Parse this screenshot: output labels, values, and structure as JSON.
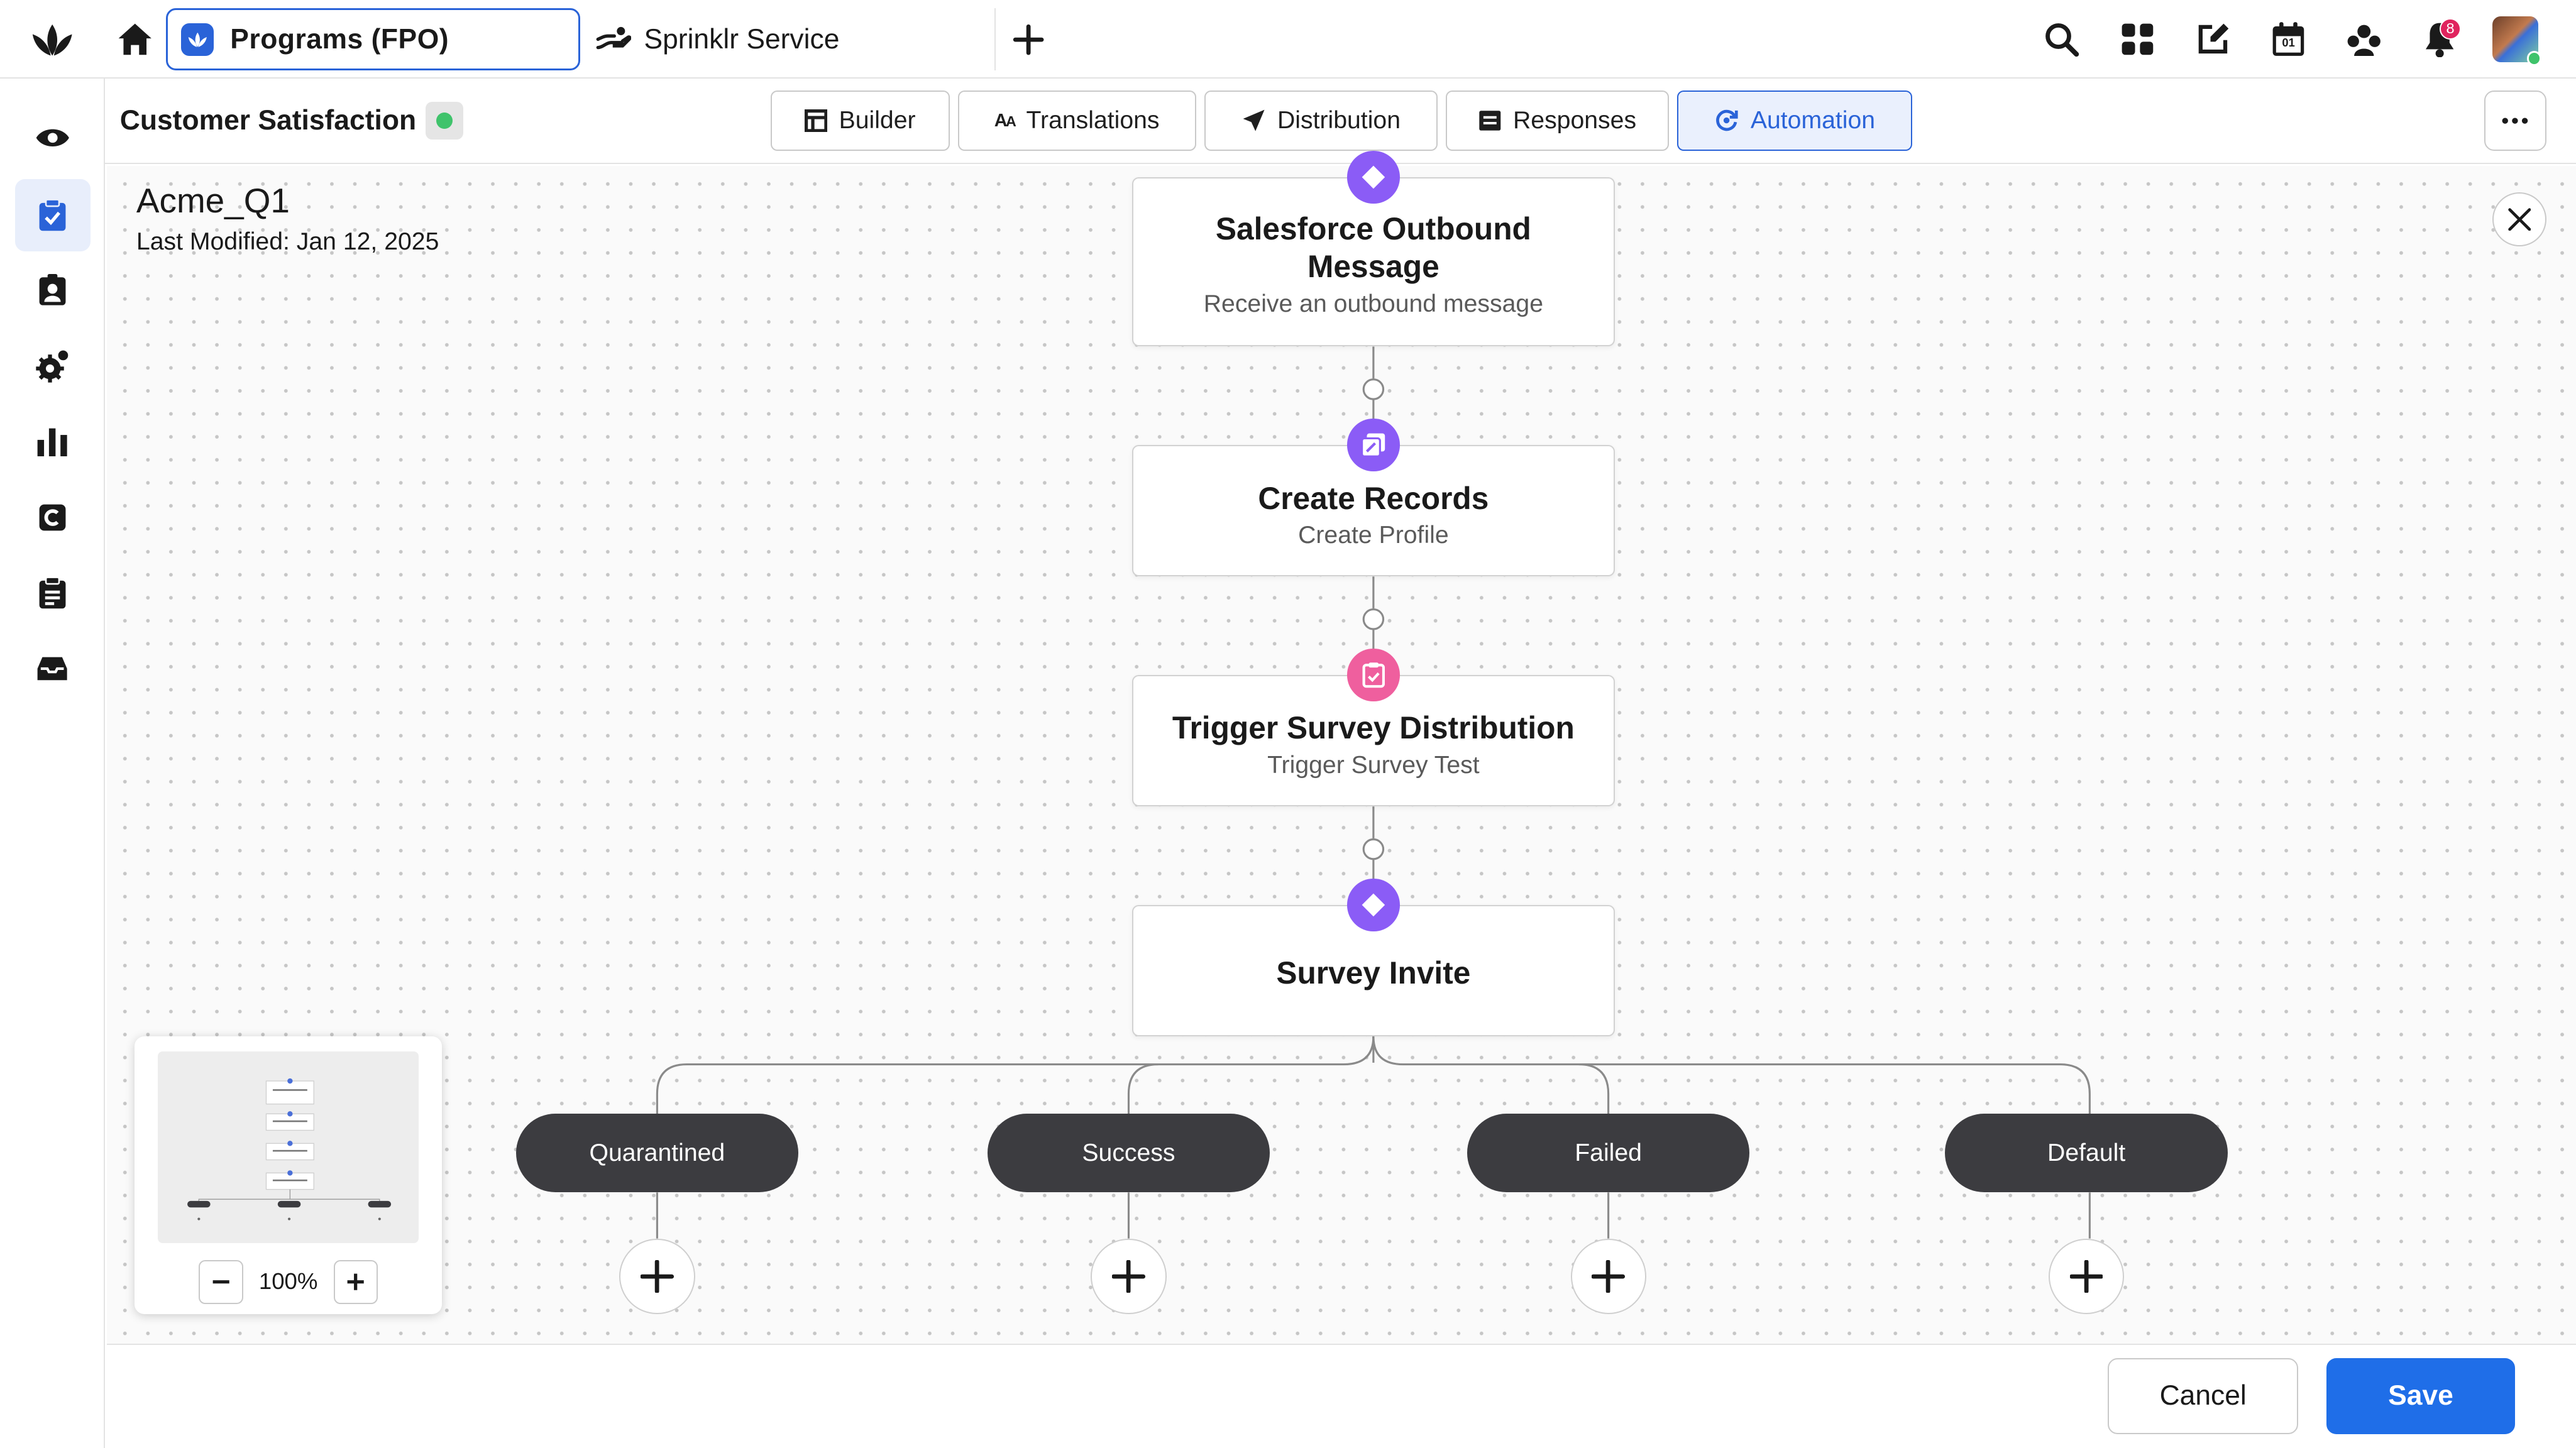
{
  "colors": {
    "accent": "#2a63d8",
    "primary_button": "#1f6ee8",
    "node_icon_violet": "#8b5cf6",
    "node_icon_pink": "#ef5f9e",
    "branch_pill": "#3c3c40",
    "status_active": "#3fc36b"
  },
  "topbar": {
    "logo_icon": "sprinklr-logo-icon",
    "home_icon": "home-icon",
    "tabs": [
      {
        "label": "Programs (FPO)",
        "icon": "programs-app-icon",
        "active": true
      },
      {
        "label": "Sprinklr Service",
        "icon": "service-icon",
        "active": false
      }
    ],
    "add_tab_icon": "plus-icon",
    "right_icons": [
      "search-icon",
      "apps-grid-icon",
      "compose-icon",
      "calendar-icon",
      "community-icon",
      "bell-icon"
    ],
    "notification_count": "8",
    "calendar_day": "01"
  },
  "sidebar": {
    "items": [
      {
        "icon": "eye-icon",
        "active": false
      },
      {
        "icon": "survey-check-icon",
        "active": true
      },
      {
        "icon": "contact-card-icon",
        "active": false
      },
      {
        "icon": "settings-gear-icon",
        "active": false
      },
      {
        "icon": "bar-chart-icon",
        "active": false
      },
      {
        "icon": "c-badge-icon",
        "active": false
      },
      {
        "icon": "clipboard-icon",
        "active": false
      },
      {
        "icon": "inbox-tray-icon",
        "active": false
      }
    ]
  },
  "subheader": {
    "survey_title": "Customer Satisfaction",
    "status": "active",
    "tabs": [
      {
        "label": "Builder",
        "icon": "builder-icon",
        "active": false
      },
      {
        "label": "Translations",
        "icon": "translate-icon",
        "active": false
      },
      {
        "label": "Distribution",
        "icon": "send-icon",
        "active": false
      },
      {
        "label": "Responses",
        "icon": "responses-icon",
        "active": false
      },
      {
        "label": "Automation",
        "icon": "automation-icon",
        "active": true
      }
    ],
    "more_icon": "more-horizontal-icon"
  },
  "canvas": {
    "flow_name": "Acme_Q1",
    "last_modified": "Last Modified: Jan 12, 2025",
    "close_icon": "close-icon",
    "nodes": [
      {
        "title": "Salesforce Outbound Message",
        "subtitle": "Receive an outbound message",
        "icon": "diamond-icon"
      },
      {
        "title": "Create Records",
        "subtitle": "Create Profile",
        "icon": "create-records-icon"
      },
      {
        "title": "Trigger Survey Distribution",
        "subtitle": "Trigger Survey Test",
        "icon": "clipboard-check-icon"
      },
      {
        "title": "Survey Invite",
        "subtitle": "",
        "icon": "diamond-icon"
      }
    ],
    "branches": [
      {
        "label": "Quarantined"
      },
      {
        "label": "Success"
      },
      {
        "label": "Failed"
      },
      {
        "label": "Default"
      }
    ],
    "add_step_icon": "plus-icon"
  },
  "minimap": {
    "zoom_level": "100%",
    "zoom_out_icon": "minus-icon",
    "zoom_in_icon": "plus-icon"
  },
  "footer": {
    "cancel_label": "Cancel",
    "save_label": "Save"
  }
}
